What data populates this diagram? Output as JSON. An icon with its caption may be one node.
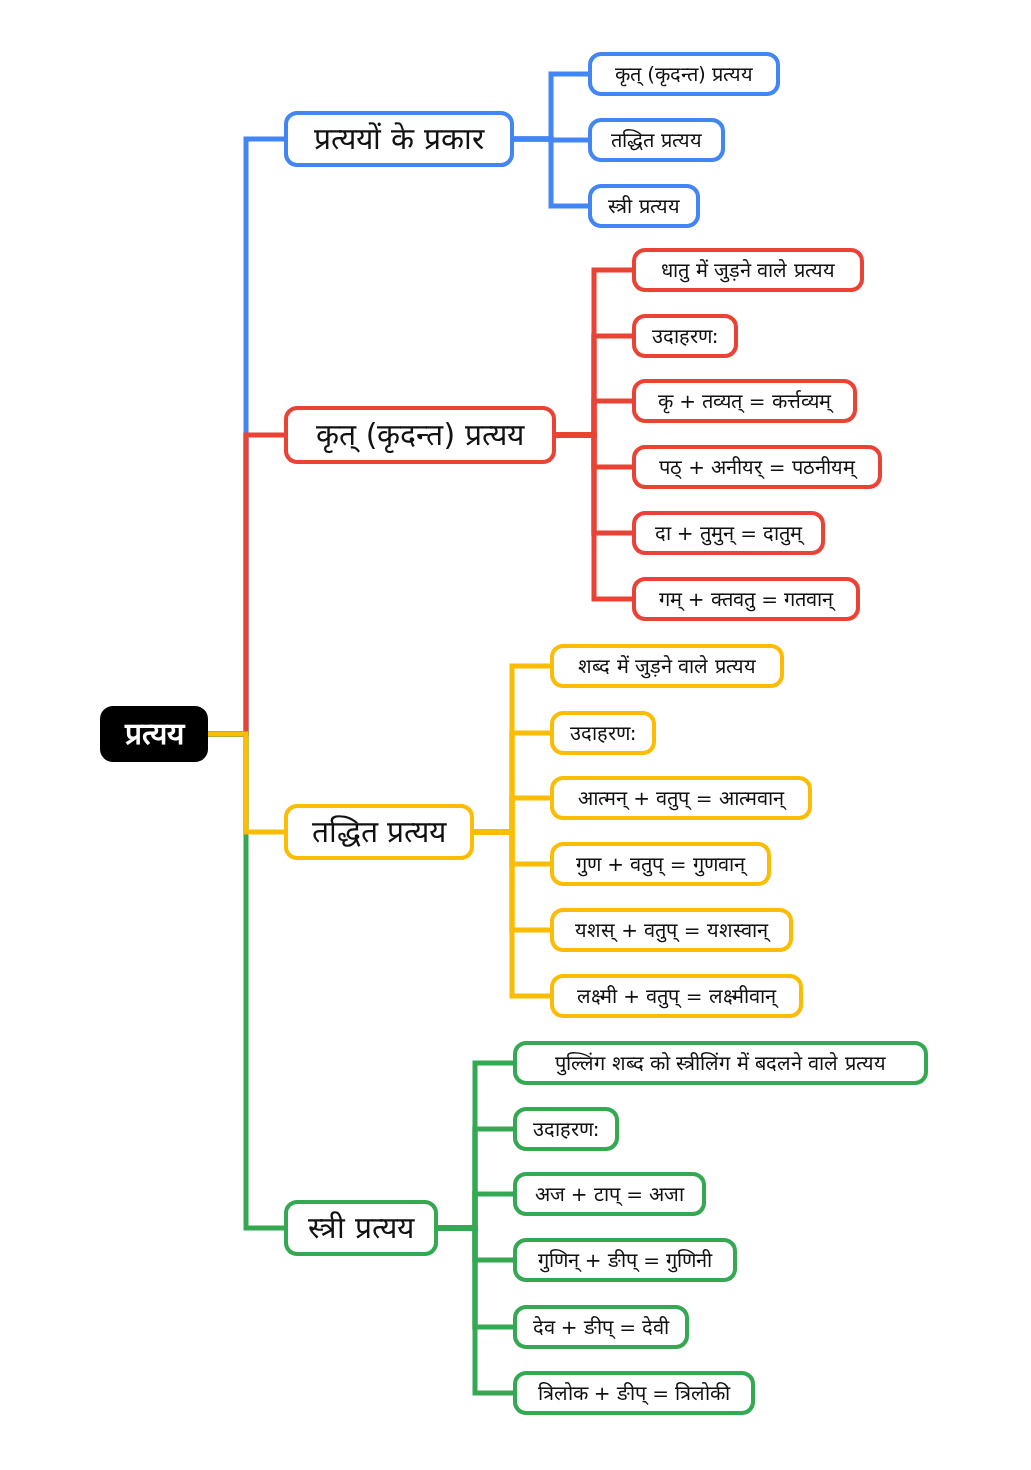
{
  "diagram": {
    "nodes": [
      {
        "text": [
          "प्रत्यय"
        ]
      },
      {
        "text": [
          "प्रत्ययों के प्रकार"
        ]
      },
      {
        "text": [
          "कृत् (कृदन्त) प्रत्यय"
        ]
      },
      {
        "text": [
          "तद्धित प्रत्यय"
        ]
      },
      {
        "text": [
          "स्त्री प्रत्यय"
        ]
      },
      {
        "text": [
          "कृत् (कृदन्त) प्रत्यय"
        ]
      },
      {
        "text": [
          "धातु में जुड़ने वाले प्रत्यय"
        ]
      },
      {
        "text": [
          "उदाहरण:"
        ]
      },
      {
        "text": [
          "कृ + तव्यत् = कर्त्तव्यम्"
        ]
      },
      {
        "text": [
          "पठ् + अनीयर् = पठनीयम्"
        ]
      },
      {
        "text": [
          "दा + तुमुन् = दातुम्"
        ]
      },
      {
        "text": [
          "गम् + क्तवतु = गतवान्"
        ]
      },
      {
        "text": [
          "तद्धित प्रत्यय"
        ]
      },
      {
        "text": [
          "शब्द में जुड़ने वाले प्रत्यय"
        ]
      },
      {
        "text": [
          "उदाहरण:"
        ]
      },
      {
        "text": [
          "आत्मन् + वतुप् = आत्मवान्"
        ]
      },
      {
        "text": [
          "गुण + वतुप् = गुणवान्"
        ]
      },
      {
        "text": [
          "यशस् + वतुप् = यशस्वान्"
        ]
      },
      {
        "text": [
          "लक्ष्मी + वतुप् = लक्ष्मीवान्"
        ]
      },
      {
        "text": [
          "स्त्री प्रत्यय"
        ]
      },
      {
        "text": [
          "पुल्लिंग शब्द को स्त्रीलिंग में बदलने वाले प्रत्यय"
        ]
      },
      {
        "text": [
          "उदाहरण:"
        ]
      },
      {
        "text": [
          "अज + टाप् = अजा"
        ]
      },
      {
        "text": [
          "गुणिन् + ङीप् = गुणिनी"
        ]
      },
      {
        "text": [
          "देव + ङीप् = देवी"
        ]
      },
      {
        "text": [
          "त्रिलोक + ङीप् = त्रिलोकी"
        ]
      }
    ],
    "edges": [
      {
        "from": 0,
        "to": 1,
        "arrow": "none",
        "color": "#4285f4"
      },
      {
        "from": 1,
        "to": 2,
        "arrow": "none",
        "color": "#4285f4"
      },
      {
        "from": 1,
        "to": 3,
        "arrow": "none",
        "color": "#4285f4"
      },
      {
        "from": 1,
        "to": 4,
        "arrow": "none",
        "color": "#4285f4"
      },
      {
        "from": 0,
        "to": 5,
        "arrow": "none",
        "color": "#ea4335"
      },
      {
        "from": 5,
        "to": 6,
        "arrow": "none",
        "color": "#ea4335"
      },
      {
        "from": 5,
        "to": 7,
        "arrow": "none",
        "color": "#ea4335"
      },
      {
        "from": 5,
        "to": 8,
        "arrow": "none",
        "color": "#ea4335"
      },
      {
        "from": 5,
        "to": 9,
        "arrow": "none",
        "color": "#ea4335"
      },
      {
        "from": 5,
        "to": 10,
        "arrow": "none",
        "color": "#ea4335"
      },
      {
        "from": 5,
        "to": 11,
        "arrow": "none",
        "color": "#ea4335"
      },
      {
        "from": 0,
        "to": 19,
        "arrow": "none",
        "color": "#34a853"
      },
      {
        "from": 19,
        "to": 20,
        "arrow": "none",
        "color": "#34a853"
      },
      {
        "from": 19,
        "to": 21,
        "arrow": "none",
        "color": "#34a853"
      },
      {
        "from": 19,
        "to": 22,
        "arrow": "none",
        "color": "#34a853"
      },
      {
        "from": 19,
        "to": 23,
        "arrow": "none",
        "color": "#34a853"
      },
      {
        "from": 19,
        "to": 24,
        "arrow": "none",
        "color": "#34a853"
      },
      {
        "from": 19,
        "to": 25,
        "arrow": "none",
        "color": "#34a853"
      },
      {
        "from": 0,
        "to": 12,
        "arrow": "none",
        "color": "#fbbc04"
      },
      {
        "from": 12,
        "to": 13,
        "arrow": "none",
        "color": "#fbbc04"
      },
      {
        "from": 12,
        "to": 14,
        "arrow": "none",
        "color": "#fbbc04"
      },
      {
        "from": 12,
        "to": 15,
        "arrow": "none",
        "color": "#fbbc04"
      },
      {
        "from": 12,
        "to": 16,
        "arrow": "none",
        "color": "#fbbc04"
      },
      {
        "from": 12,
        "to": 17,
        "arrow": "none",
        "color": "#fbbc04"
      },
      {
        "from": 12,
        "to": 18,
        "arrow": "none",
        "color": "#fbbc04"
      }
    ]
  }
}
